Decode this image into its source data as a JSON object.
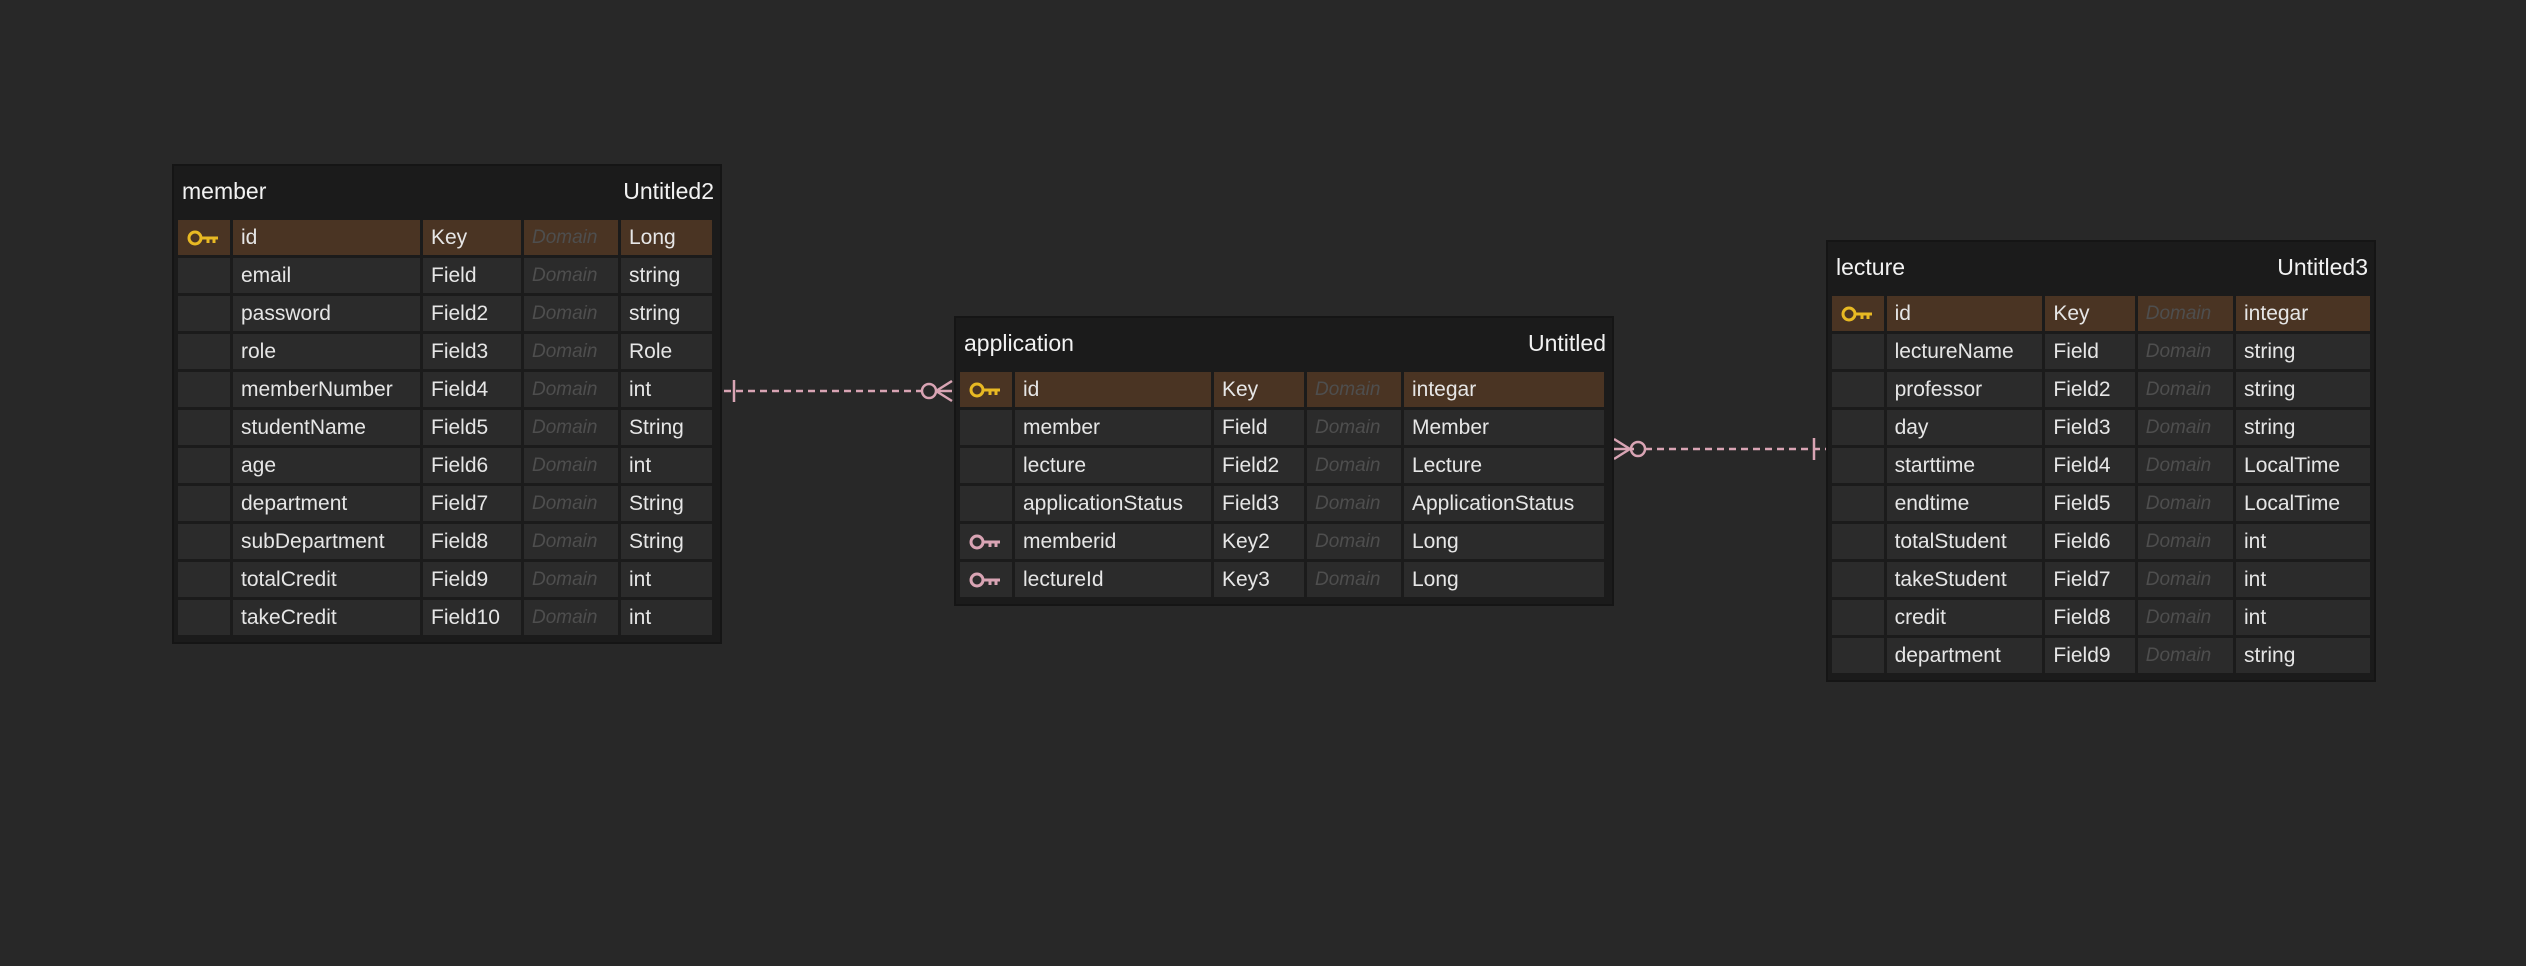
{
  "domain_placeholder": "Domain",
  "colors": {
    "background": "#282828",
    "table_bg": "#1b1b1b",
    "cell_bg": "#2b2b2b",
    "pk_row_bg": "#4a3423",
    "primary_key_icon": "#e8b923",
    "foreign_key_icon": "#d9a4b4",
    "relation_line": "#d9a4b4"
  },
  "tables": [
    {
      "title": "member",
      "subtitle": "Untitled2",
      "rows": [
        {
          "icon": "primary-key-icon",
          "name": "id",
          "key": "Key",
          "type": "Long"
        },
        {
          "icon": "",
          "name": "email",
          "key": "Field",
          "type": "string"
        },
        {
          "icon": "",
          "name": "password",
          "key": "Field2",
          "type": "string"
        },
        {
          "icon": "",
          "name": "role",
          "key": "Field3",
          "type": "Role"
        },
        {
          "icon": "",
          "name": "memberNumber",
          "key": "Field4",
          "type": "int"
        },
        {
          "icon": "",
          "name": "studentName",
          "key": "Field5",
          "type": "String"
        },
        {
          "icon": "",
          "name": "age",
          "key": "Field6",
          "type": "int"
        },
        {
          "icon": "",
          "name": "department",
          "key": "Field7",
          "type": "String"
        },
        {
          "icon": "",
          "name": "subDepartment",
          "key": "Field8",
          "type": "String"
        },
        {
          "icon": "",
          "name": "totalCredit",
          "key": "Field9",
          "type": "int"
        },
        {
          "icon": "",
          "name": "takeCredit",
          "key": "Field10",
          "type": "int"
        }
      ]
    },
    {
      "title": "application",
      "subtitle": "Untitled",
      "rows": [
        {
          "icon": "primary-key-icon",
          "name": "id",
          "key": "Key",
          "type": "integar"
        },
        {
          "icon": "",
          "name": "member",
          "key": "Field",
          "type": "Member"
        },
        {
          "icon": "",
          "name": "lecture",
          "key": "Field2",
          "type": "Lecture"
        },
        {
          "icon": "",
          "name": "applicationStatus",
          "key": "Field3",
          "type": "ApplicationStatus"
        },
        {
          "icon": "foreign-key-icon",
          "name": "memberid",
          "key": "Key2",
          "type": "Long"
        },
        {
          "icon": "foreign-key-icon",
          "name": "lectureId",
          "key": "Key3",
          "type": "Long"
        }
      ]
    },
    {
      "title": "lecture",
      "subtitle": "Untitled3",
      "rows": [
        {
          "icon": "primary-key-icon",
          "name": "id",
          "key": "Key",
          "type": "integar"
        },
        {
          "icon": "",
          "name": "lectureName",
          "key": "Field",
          "type": "string"
        },
        {
          "icon": "",
          "name": "professor",
          "key": "Field2",
          "type": "string"
        },
        {
          "icon": "",
          "name": "day",
          "key": "Field3",
          "type": "string"
        },
        {
          "icon": "",
          "name": "starttime",
          "key": "Field4",
          "type": "LocalTime"
        },
        {
          "icon": "",
          "name": "endtime",
          "key": "Field5",
          "type": "LocalTime"
        },
        {
          "icon": "",
          "name": "totalStudent",
          "key": "Field6",
          "type": "int"
        },
        {
          "icon": "",
          "name": "takeStudent",
          "key": "Field7",
          "type": "int"
        },
        {
          "icon": "",
          "name": "credit",
          "key": "Field8",
          "type": "int"
        },
        {
          "icon": "",
          "name": "department",
          "key": "Field9",
          "type": "string"
        }
      ]
    }
  ],
  "relations": [
    {
      "from": "member",
      "from_end": "one",
      "to": "application",
      "to_end": "zero-or-many",
      "style": "dashed"
    },
    {
      "from": "lecture",
      "from_end": "one",
      "to": "application",
      "to_end": "zero-or-many",
      "style": "dashed"
    }
  ]
}
